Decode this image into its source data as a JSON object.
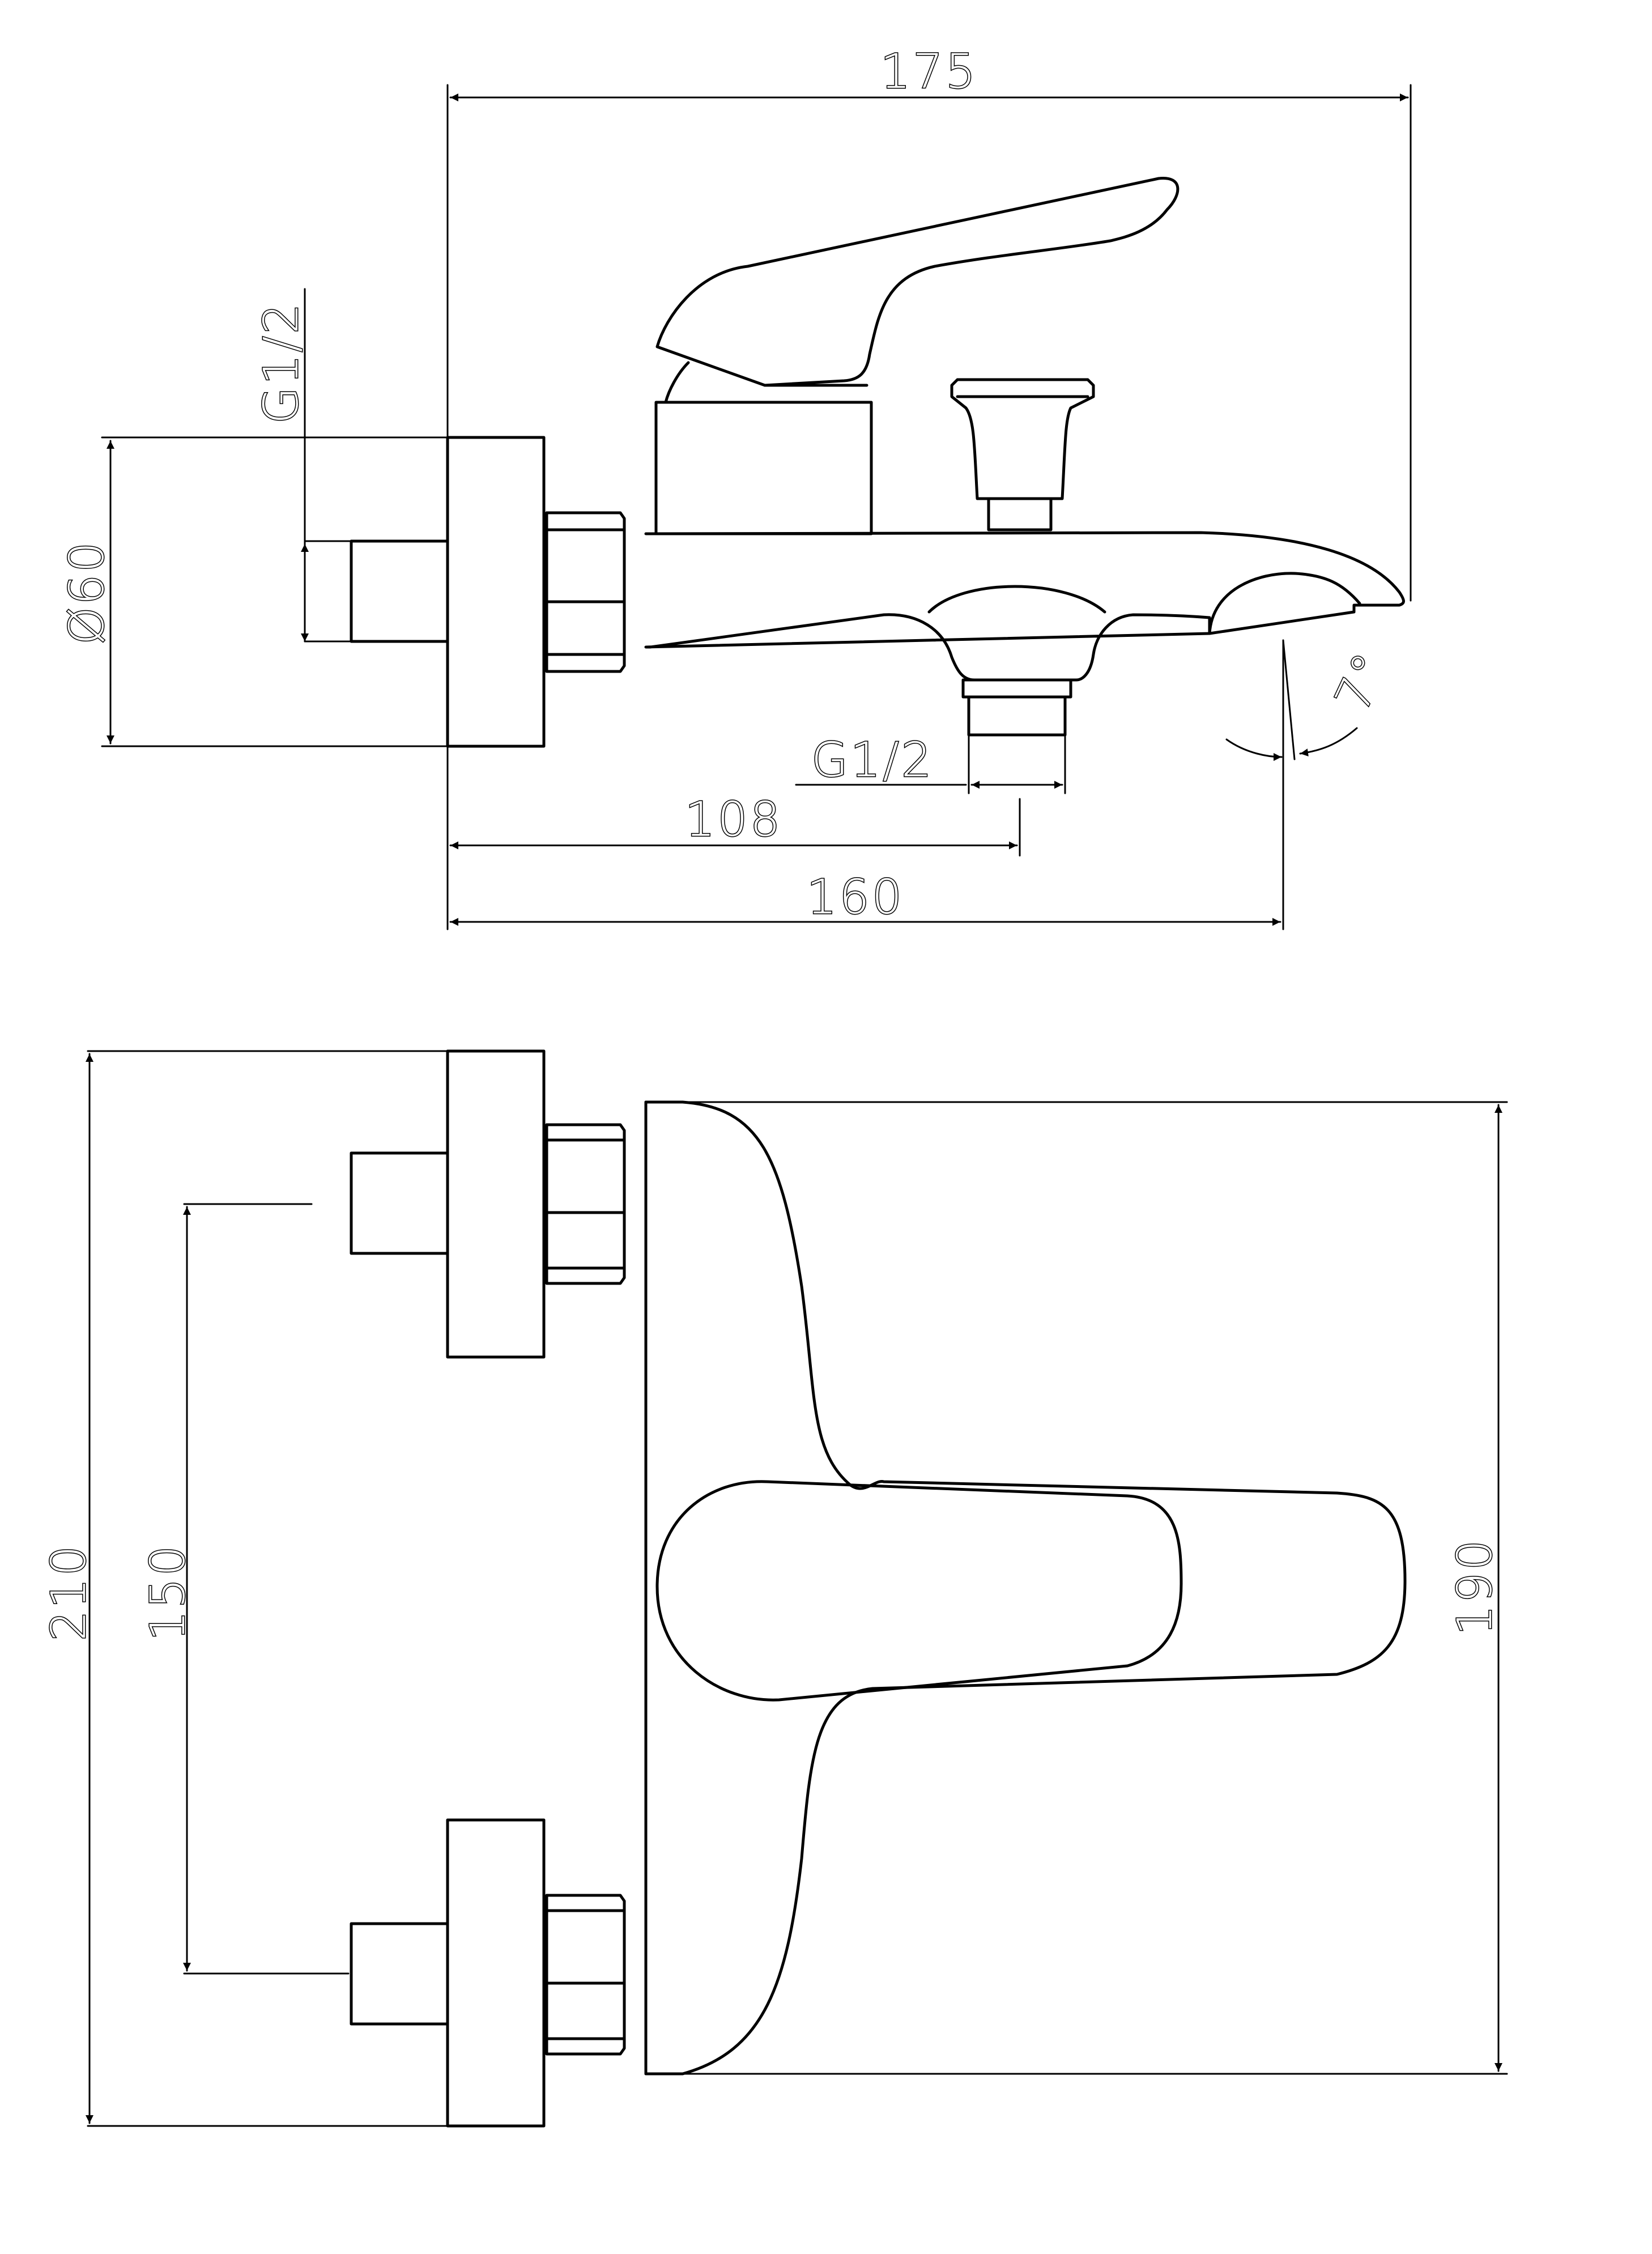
{
  "dimensions": {
    "overall_depth": "175",
    "inlet_thread": "G1/2",
    "flange_diameter": "Ø60",
    "outlet_thread": "G1/2",
    "diverter_offset": "108",
    "spout_projection": "160",
    "spout_angle": "7°",
    "overall_width": "210",
    "inlet_centres": "150",
    "body_width": "190"
  }
}
